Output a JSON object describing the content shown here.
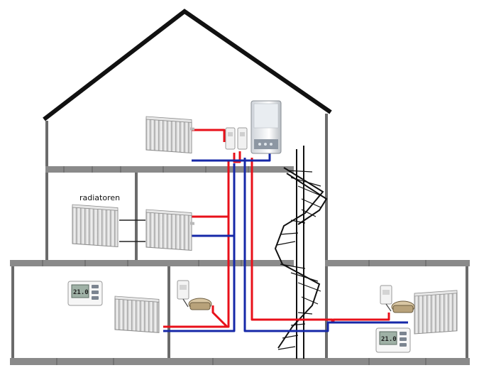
{
  "labels": {
    "radiators": "radiatoren"
  },
  "thermostats": {
    "left_display": "21.0",
    "right_display": "21.0"
  },
  "colors": {
    "wall": "#6b6b6b",
    "roof": "#111111",
    "supply_pipe": "#e8101a",
    "return_pipe": "#1628a8",
    "radiator": "#dcdcdc"
  }
}
